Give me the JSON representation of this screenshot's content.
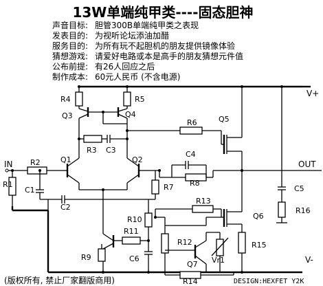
{
  "title": "13W单端纯甲类----固态胆神",
  "info": [
    {
      "label": "声音目标:",
      "value": "胆管300B单端纯甲类之表现"
    },
    {
      "label": "发表目的:",
      "value": "为视听论坛添油加醋"
    },
    {
      "label": "服务目的:",
      "value": "为所有玩不起胆机的朋友提供镜像体验"
    },
    {
      "label": "猜想游戏:",
      "value": "请爱好电路或本是高手的朋友猜想元件值"
    },
    {
      "label": "公布前提:",
      "value": "有26人回应之后"
    },
    {
      "label": "制作成本:",
      "value": "60元人民币 (不含电源)"
    }
  ],
  "rails": {
    "positive": "V+",
    "negative": "V-"
  },
  "ports": {
    "input": "IN",
    "output": "OUT"
  },
  "components": {
    "r1": "R1",
    "r2": "R2",
    "r3": "R3",
    "r4": "R4",
    "r5": "R5",
    "r6": "R6",
    "r7": "R7",
    "r8": "R8",
    "r9": "R9",
    "r10": "R10",
    "r11": "R11",
    "r12": "R12",
    "r13": "R13",
    "r14": "R14",
    "r15": "R15",
    "r16": "R16",
    "c1": "C1",
    "c2": "C2",
    "c3": "C3",
    "c4": "C4",
    "c5": "C5",
    "c6": "C6",
    "q1": "Q1",
    "q2": "Q2",
    "q3": "Q3",
    "q4": "Q4",
    "q5": "Q5",
    "q6": "Q6",
    "q7": "Q7",
    "vr1": "Vr1"
  },
  "footer": {
    "left": "(版权所有, 禁止厂家翻版商用)",
    "right": "DESIGN:HEXFET Y2K"
  }
}
